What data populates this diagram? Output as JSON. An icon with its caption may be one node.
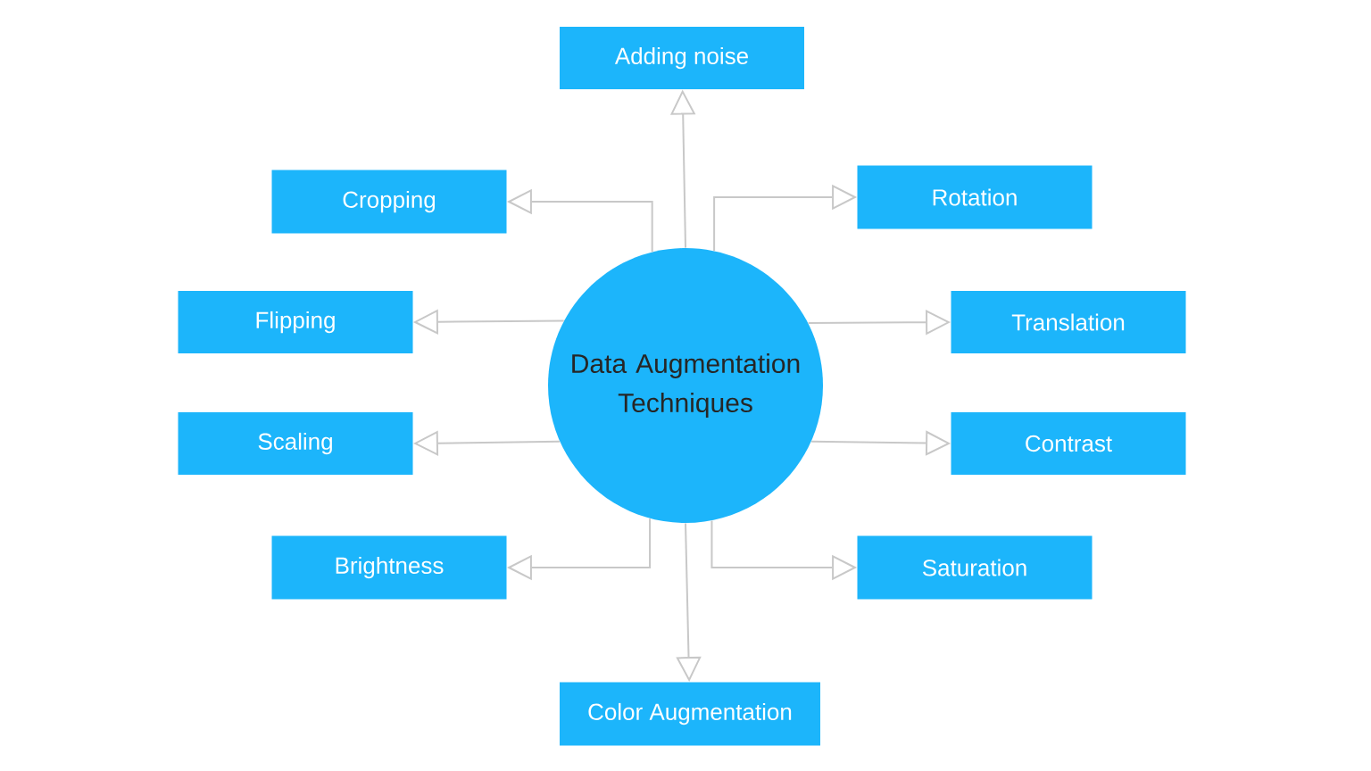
{
  "diagram": {
    "nodes": [
      {
        "text": [
          "Data Augmentation Techniques"
        ]
      },
      {
        "text": [
          "Adding noise"
        ]
      },
      {
        "text": [
          "Cropping"
        ]
      },
      {
        "text": [
          "Rotation"
        ]
      },
      {
        "text": [
          "Flipping"
        ]
      },
      {
        "text": [
          "Translation"
        ]
      },
      {
        "text": [
          "Scaling"
        ]
      },
      {
        "text": [
          "Contrast"
        ]
      },
      {
        "text": [
          "Brightness"
        ]
      },
      {
        "text": [
          "Saturation"
        ]
      },
      {
        "text": [
          "Color Augmentation"
        ]
      }
    ],
    "edges": [
      {
        "from": 0,
        "to": 1,
        "arrow": "to"
      },
      {
        "from": 0,
        "to": 2,
        "arrow": "to"
      },
      {
        "from": 0,
        "to": 3,
        "arrow": "to"
      },
      {
        "from": 0,
        "to": 4,
        "arrow": "to"
      },
      {
        "from": 0,
        "to": 5,
        "arrow": "to"
      },
      {
        "from": 0,
        "to": 6,
        "arrow": "to"
      },
      {
        "from": 0,
        "to": 7,
        "arrow": "to"
      },
      {
        "from": 0,
        "to": 8,
        "arrow": "to"
      },
      {
        "from": 0,
        "to": 9,
        "arrow": "to"
      },
      {
        "from": 0,
        "to": 10,
        "arrow": "to"
      }
    ]
  }
}
